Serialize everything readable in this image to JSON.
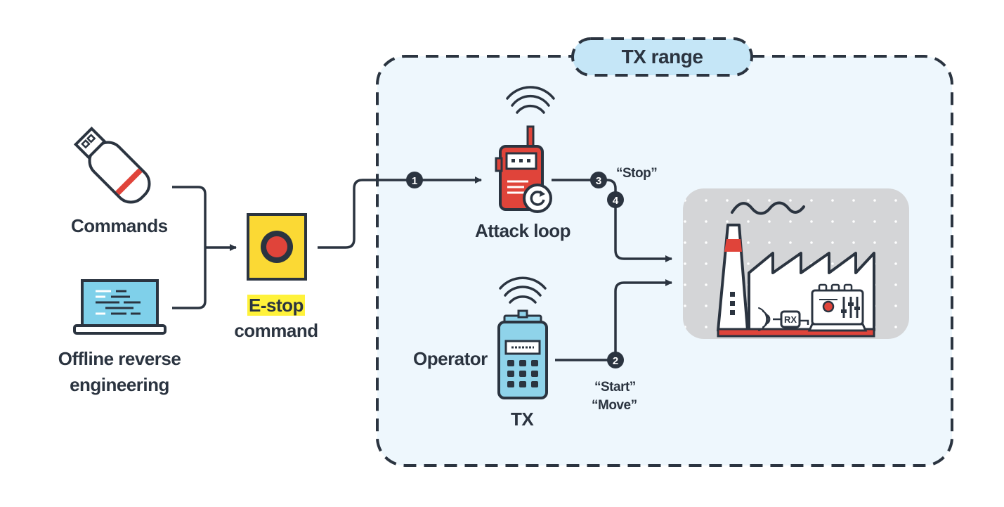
{
  "tx_range": {
    "label": "TX range"
  },
  "sources": {
    "commands": "Commands",
    "offline_line1": "Offline reverse",
    "offline_line2": "engineering"
  },
  "estop": {
    "line1": "E-stop",
    "line2": "command"
  },
  "attack": {
    "label": "Attack loop"
  },
  "operator": {
    "label": "Operator",
    "device": "TX"
  },
  "steps": {
    "s1": "1",
    "s2": "2",
    "s3": "3",
    "s4": "4",
    "stop": "“Stop”",
    "start": "“Start”",
    "move": "“Move”"
  },
  "factory": {
    "receiver": "RX"
  },
  "colors": {
    "dark": "#2b3440",
    "red": "#e0443a",
    "yellow": "#fbd934",
    "range_fill": "#eef7fd",
    "range_label_fill": "#c5e6f7",
    "factory_bg": "#d4d5d7",
    "screen_blue": "#7fd0ea",
    "tx_blue": "#8fd3ea"
  }
}
